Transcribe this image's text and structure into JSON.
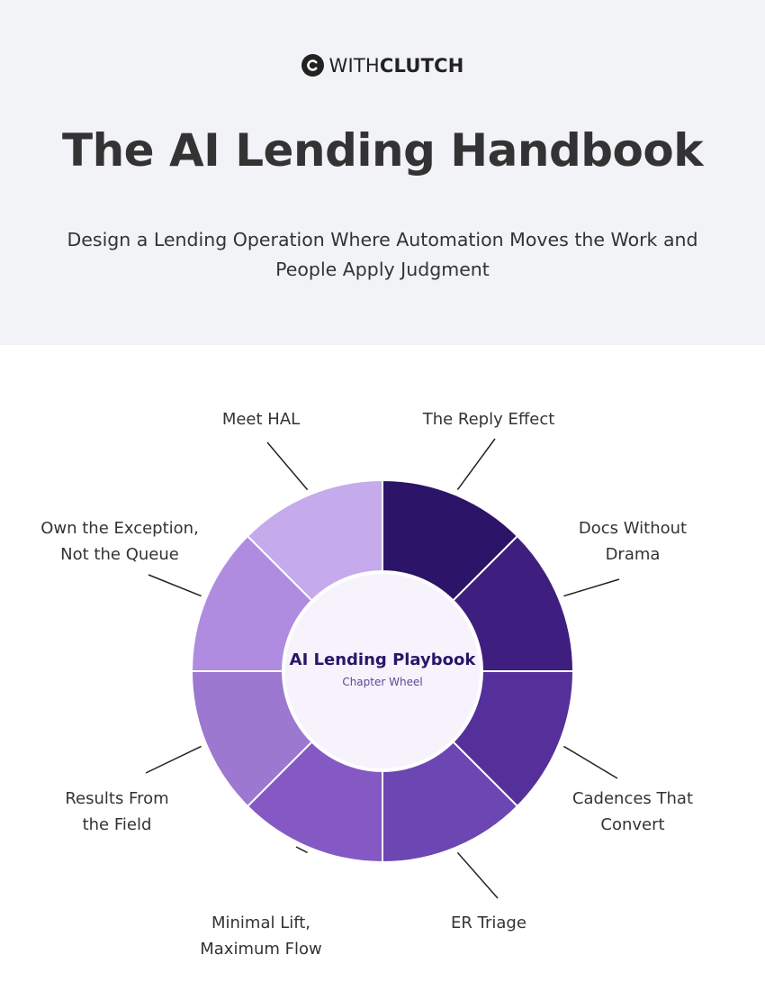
{
  "brand": {
    "prefix": "WITH",
    "suffix": "CLUTCH",
    "icon": "clutch-logo-icon"
  },
  "title": "The AI Lending Handbook",
  "subtitle": "Design a Lending Operation Where Automation Moves the Work and People Apply Judgment",
  "wheel": {
    "center_title": "AI Lending Playbook",
    "center_subtitle": "Chapter Wheel",
    "center_fill": "#f6f3fd",
    "center_title_color": "#2a1668",
    "center_subtitle_color": "#5a4a9a",
    "chapters": [
      {
        "label_lines": [
          "The Reply Effect"
        ],
        "color": "#2c1468"
      },
      {
        "label_lines": [
          "Docs Without",
          "Drama"
        ],
        "color": "#3e1f80"
      },
      {
        "label_lines": [
          "Cadences That",
          "Convert"
        ],
        "color": "#55309a"
      },
      {
        "label_lines": [
          "ER Triage"
        ],
        "color": "#6c46b3"
      },
      {
        "label_lines": [
          "Minimal Lift,",
          "Maximum Flow"
        ],
        "color": "#8459c4"
      },
      {
        "label_lines": [
          "Results From",
          "the Field"
        ],
        "color": "#9c78d0"
      },
      {
        "label_lines": [
          "Own the Exception,",
          "Not the Queue"
        ],
        "color": "#b08ce0"
      },
      {
        "label_lines": [
          "Meet HAL"
        ],
        "color": "#c5aaec"
      }
    ]
  }
}
